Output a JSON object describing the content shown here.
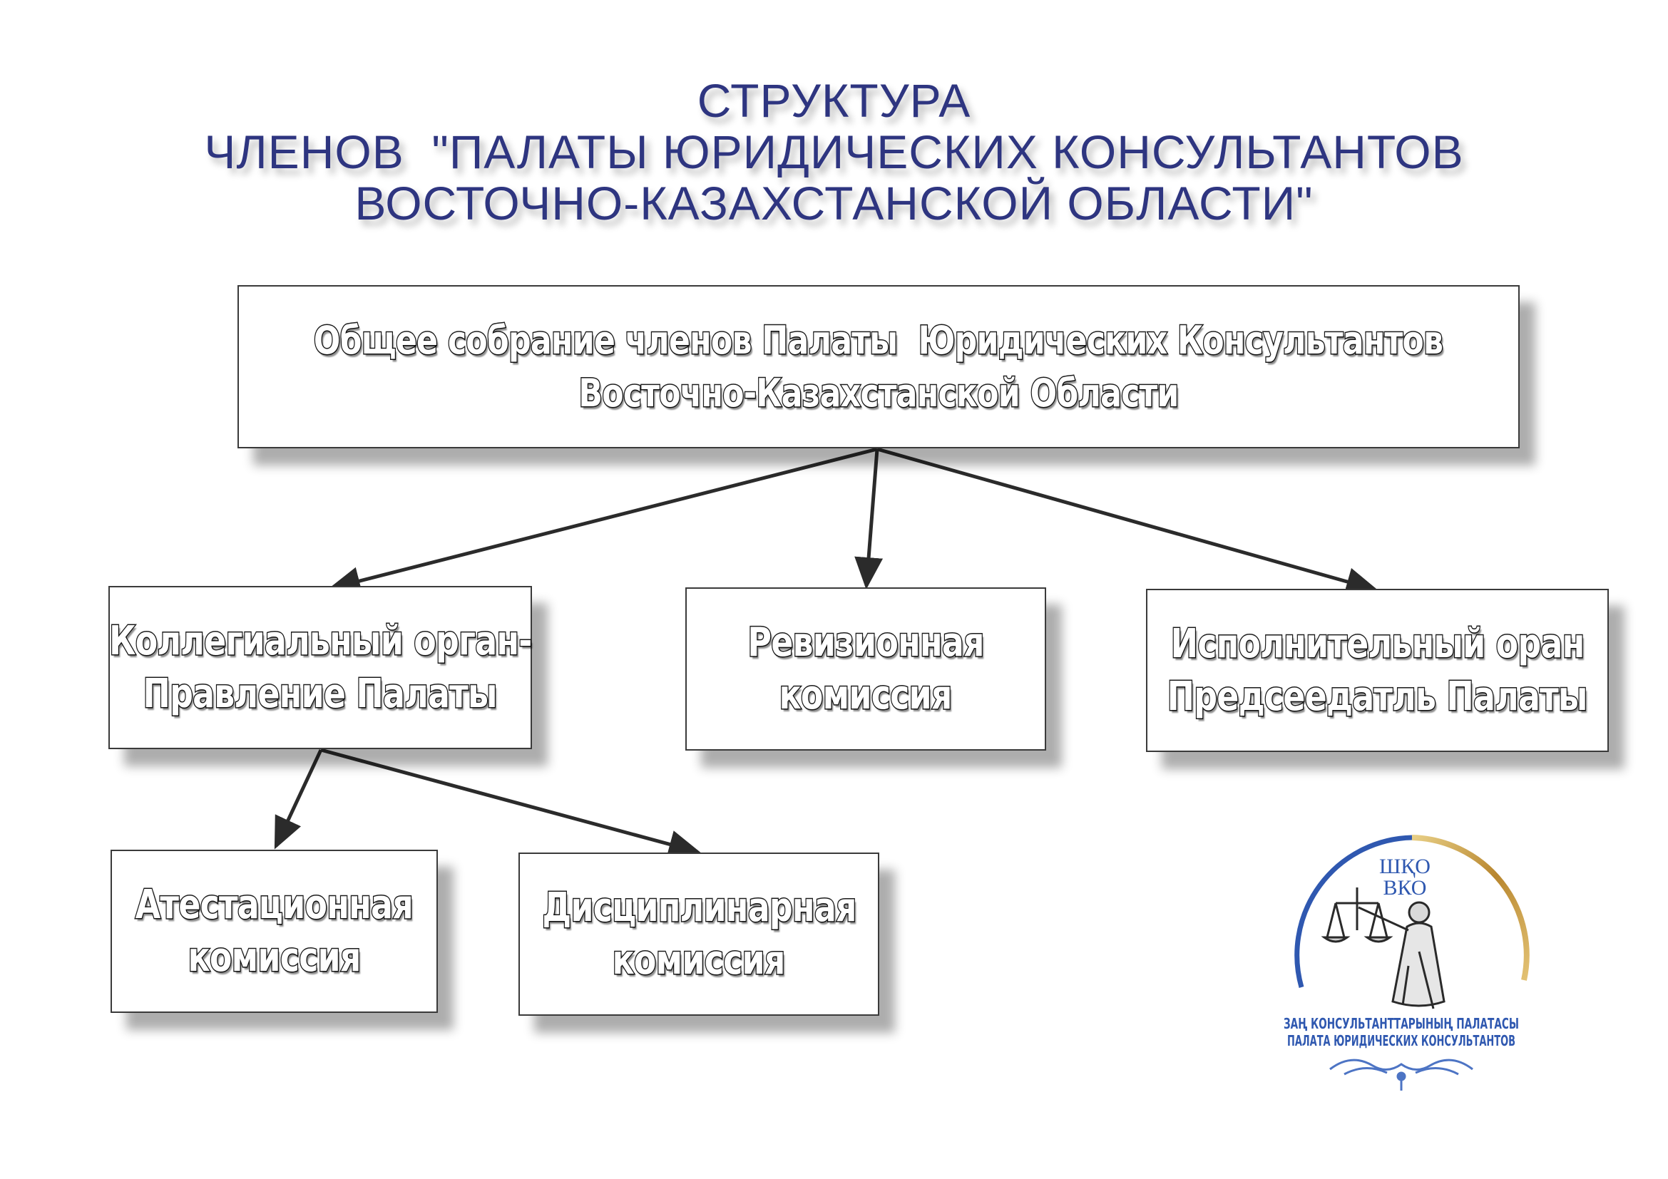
{
  "title": {
    "line1": "СТРУКТУРА",
    "line2": "ЧЛЕНОВ  \"ПАЛАТЫ ЮРИДИЧЕСКИХ КОНСУЛЬТАНТОВ",
    "line3": "ВОСТОЧНО-КАЗАХСТАНСКОЙ ОБЛАСТИ\""
  },
  "nodes": {
    "general_meeting": {
      "line1": "Общее собрание членов Палаты  Юридических Консультантов",
      "line2": "Восточно-Казахстанской Области"
    },
    "board": {
      "line1": "Коллегиальный орган-",
      "line2": "Правление Палаты"
    },
    "audit": {
      "line1": "Ревизионная",
      "line2": "комиссия"
    },
    "executive": {
      "line1": "Исполнительный оран",
      "line2": "Предсеедатль Палаты"
    },
    "attestation": {
      "line1": "Атестационная",
      "line2": "комиссия"
    },
    "disciplinary": {
      "line1": "Дисциплинарная",
      "line2": "комиссия"
    }
  },
  "edges": [
    {
      "from": "general_meeting",
      "to": "board"
    },
    {
      "from": "general_meeting",
      "to": "audit"
    },
    {
      "from": "general_meeting",
      "to": "executive"
    },
    {
      "from": "board",
      "to": "attestation"
    },
    {
      "from": "board",
      "to": "disciplinary"
    }
  ],
  "logo": {
    "abbr_kz": "ШҚО",
    "abbr_ru": "ВКО",
    "name_kz": "ЗАҢ КОНСУЛЬТАНТТАРЫНЫҢ ПАЛАТАСЫ",
    "name_ru": "ПАЛАТА ЮРИДИЧЕСКИХ КОНСУЛЬТАНТОВ"
  },
  "colors": {
    "title": "#2e3580",
    "logo_blue": "#2f58b0",
    "logo_gold": "#c9a44a"
  }
}
